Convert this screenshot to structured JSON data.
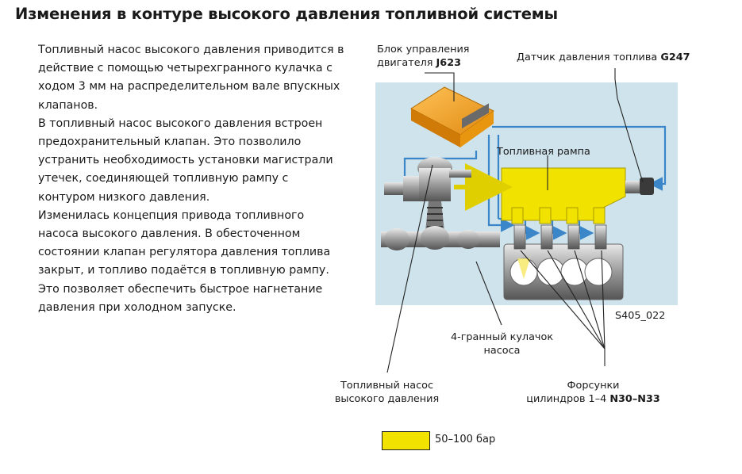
{
  "title": "Изменения в контуре высокого давления топливной системы",
  "paragraphs": [
    "Топливный насос высокого давления приводится в действие с помощью четырехгранного кулачка с ходом 3 мм на распределительном вале впускных клапанов.",
    "В топливный насос высокого давления встроен предохранительный клапан. Это позволило устранить необходимость установки магистрали утечек, соединяющей топливную рампу с контуром низкого давления.",
    "Изменилась концепция привода топливного насоса высокого давления. В обесточенном состоянии клапан регулятора давления топлива закрыт, и топливо подаётся в топливную рампу. Это позволяет обеспечить быстрое нагнетание давления при холодном запуске."
  ],
  "labels": {
    "ecu_line1": "Блок управления",
    "ecu_line2": "двигателя ",
    "ecu_code": "J623",
    "sensor_text": "Датчик давления топлива ",
    "sensor_code": "G247",
    "rail": "Топливная рампа",
    "figure_id": "S405_022",
    "cam_line1": "4-гранный кулачок",
    "cam_line2": "насоса",
    "pump_line1": "Топливный насос",
    "pump_line2": "высокого давления",
    "inj_line1": "Форсунки",
    "inj_line2": "цилиндров 1–4 ",
    "inj_code": "N30–N33"
  },
  "legend": {
    "color": "#f2e200",
    "text": "50–100 бар"
  },
  "colors": {
    "background_panel": "#cfe3ec",
    "high_pressure": "#f2e200",
    "ecu": "#f5a623",
    "signal_line": "#3a86c8"
  }
}
